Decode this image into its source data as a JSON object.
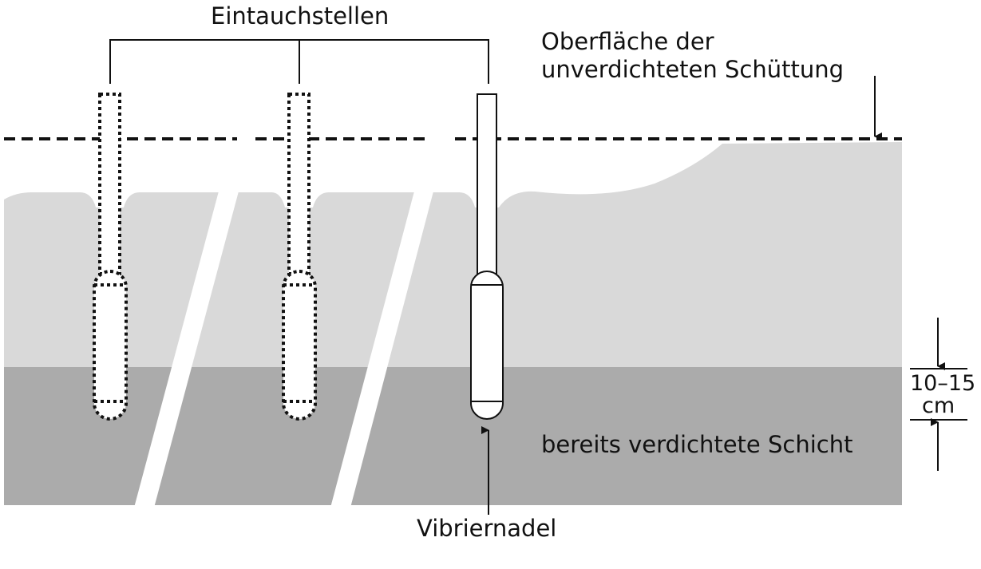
{
  "labels": {
    "insertion_points": "Eintauchstellen",
    "surface_line1": "Oberfläche der",
    "surface_line2": "unverdichteten Schüttung",
    "compacted_layer": "bereits verdichtete Schicht",
    "vibrator": "Vibriernadel",
    "depth_value": "10–15",
    "depth_unit": "cm"
  },
  "colors": {
    "loose_fill": "#d9d9d9",
    "compacted": "#ababab",
    "line": "#111111"
  }
}
